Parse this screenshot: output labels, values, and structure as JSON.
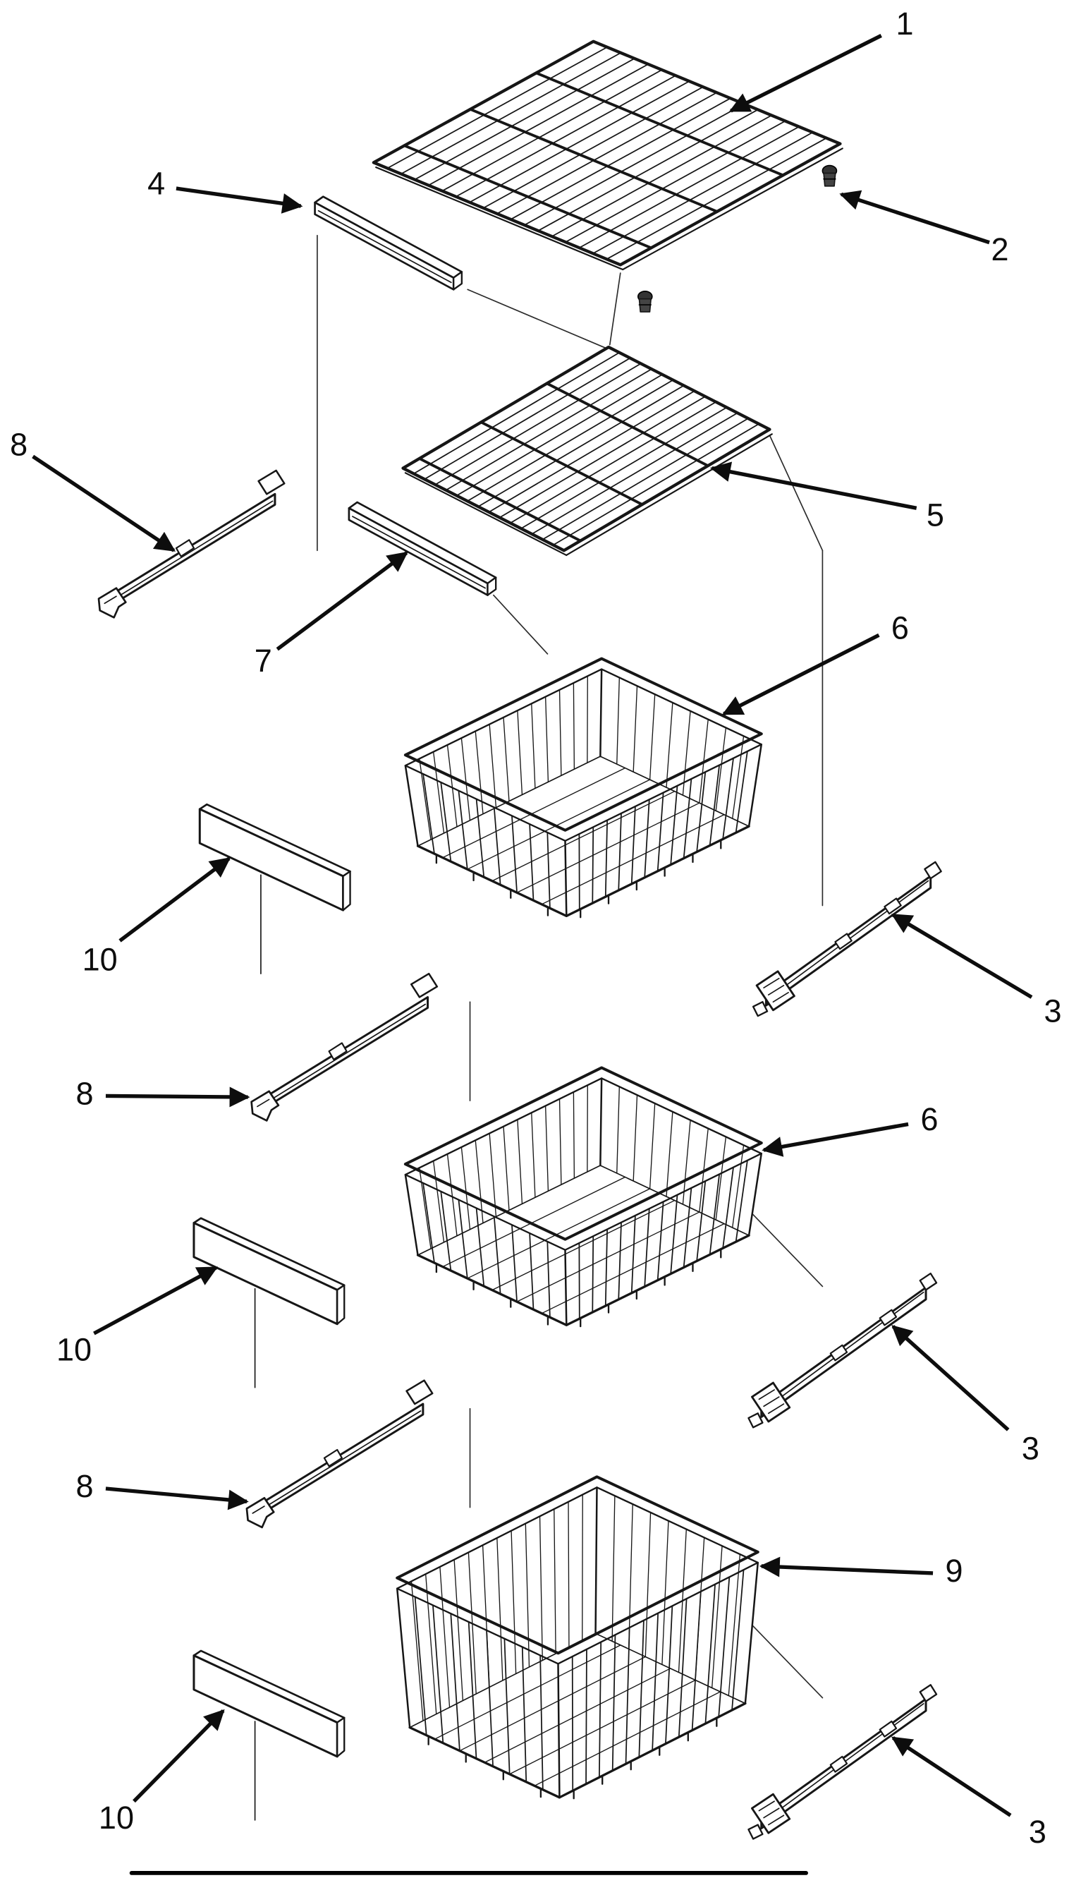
{
  "diagram": {
    "callouts": [
      "1",
      "4",
      "2",
      "8",
      "5",
      "7",
      "6",
      "10",
      "3",
      "8",
      "6",
      "10",
      "3",
      "8",
      "9",
      "10",
      "3"
    ]
  }
}
